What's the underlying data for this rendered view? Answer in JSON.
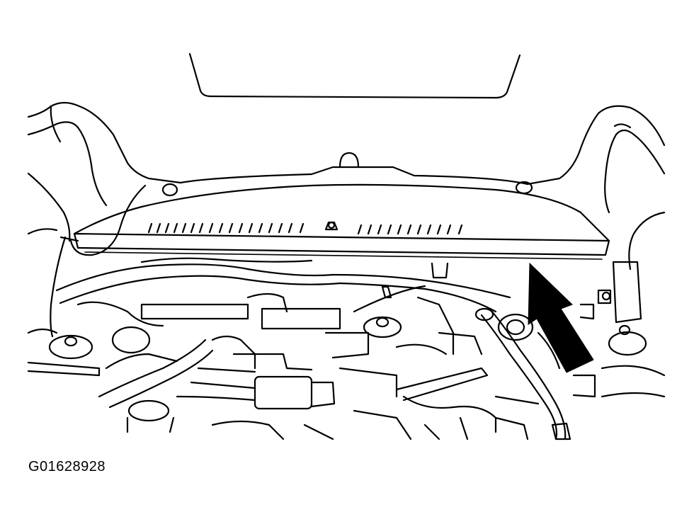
{
  "figure": {
    "id_label": "G01628928",
    "components": {
      "hood": "hood-outline",
      "cowl": "cowl-panel",
      "arrow": "location-arrow"
    },
    "line_color": "#000000",
    "background_color": "#ffffff"
  }
}
